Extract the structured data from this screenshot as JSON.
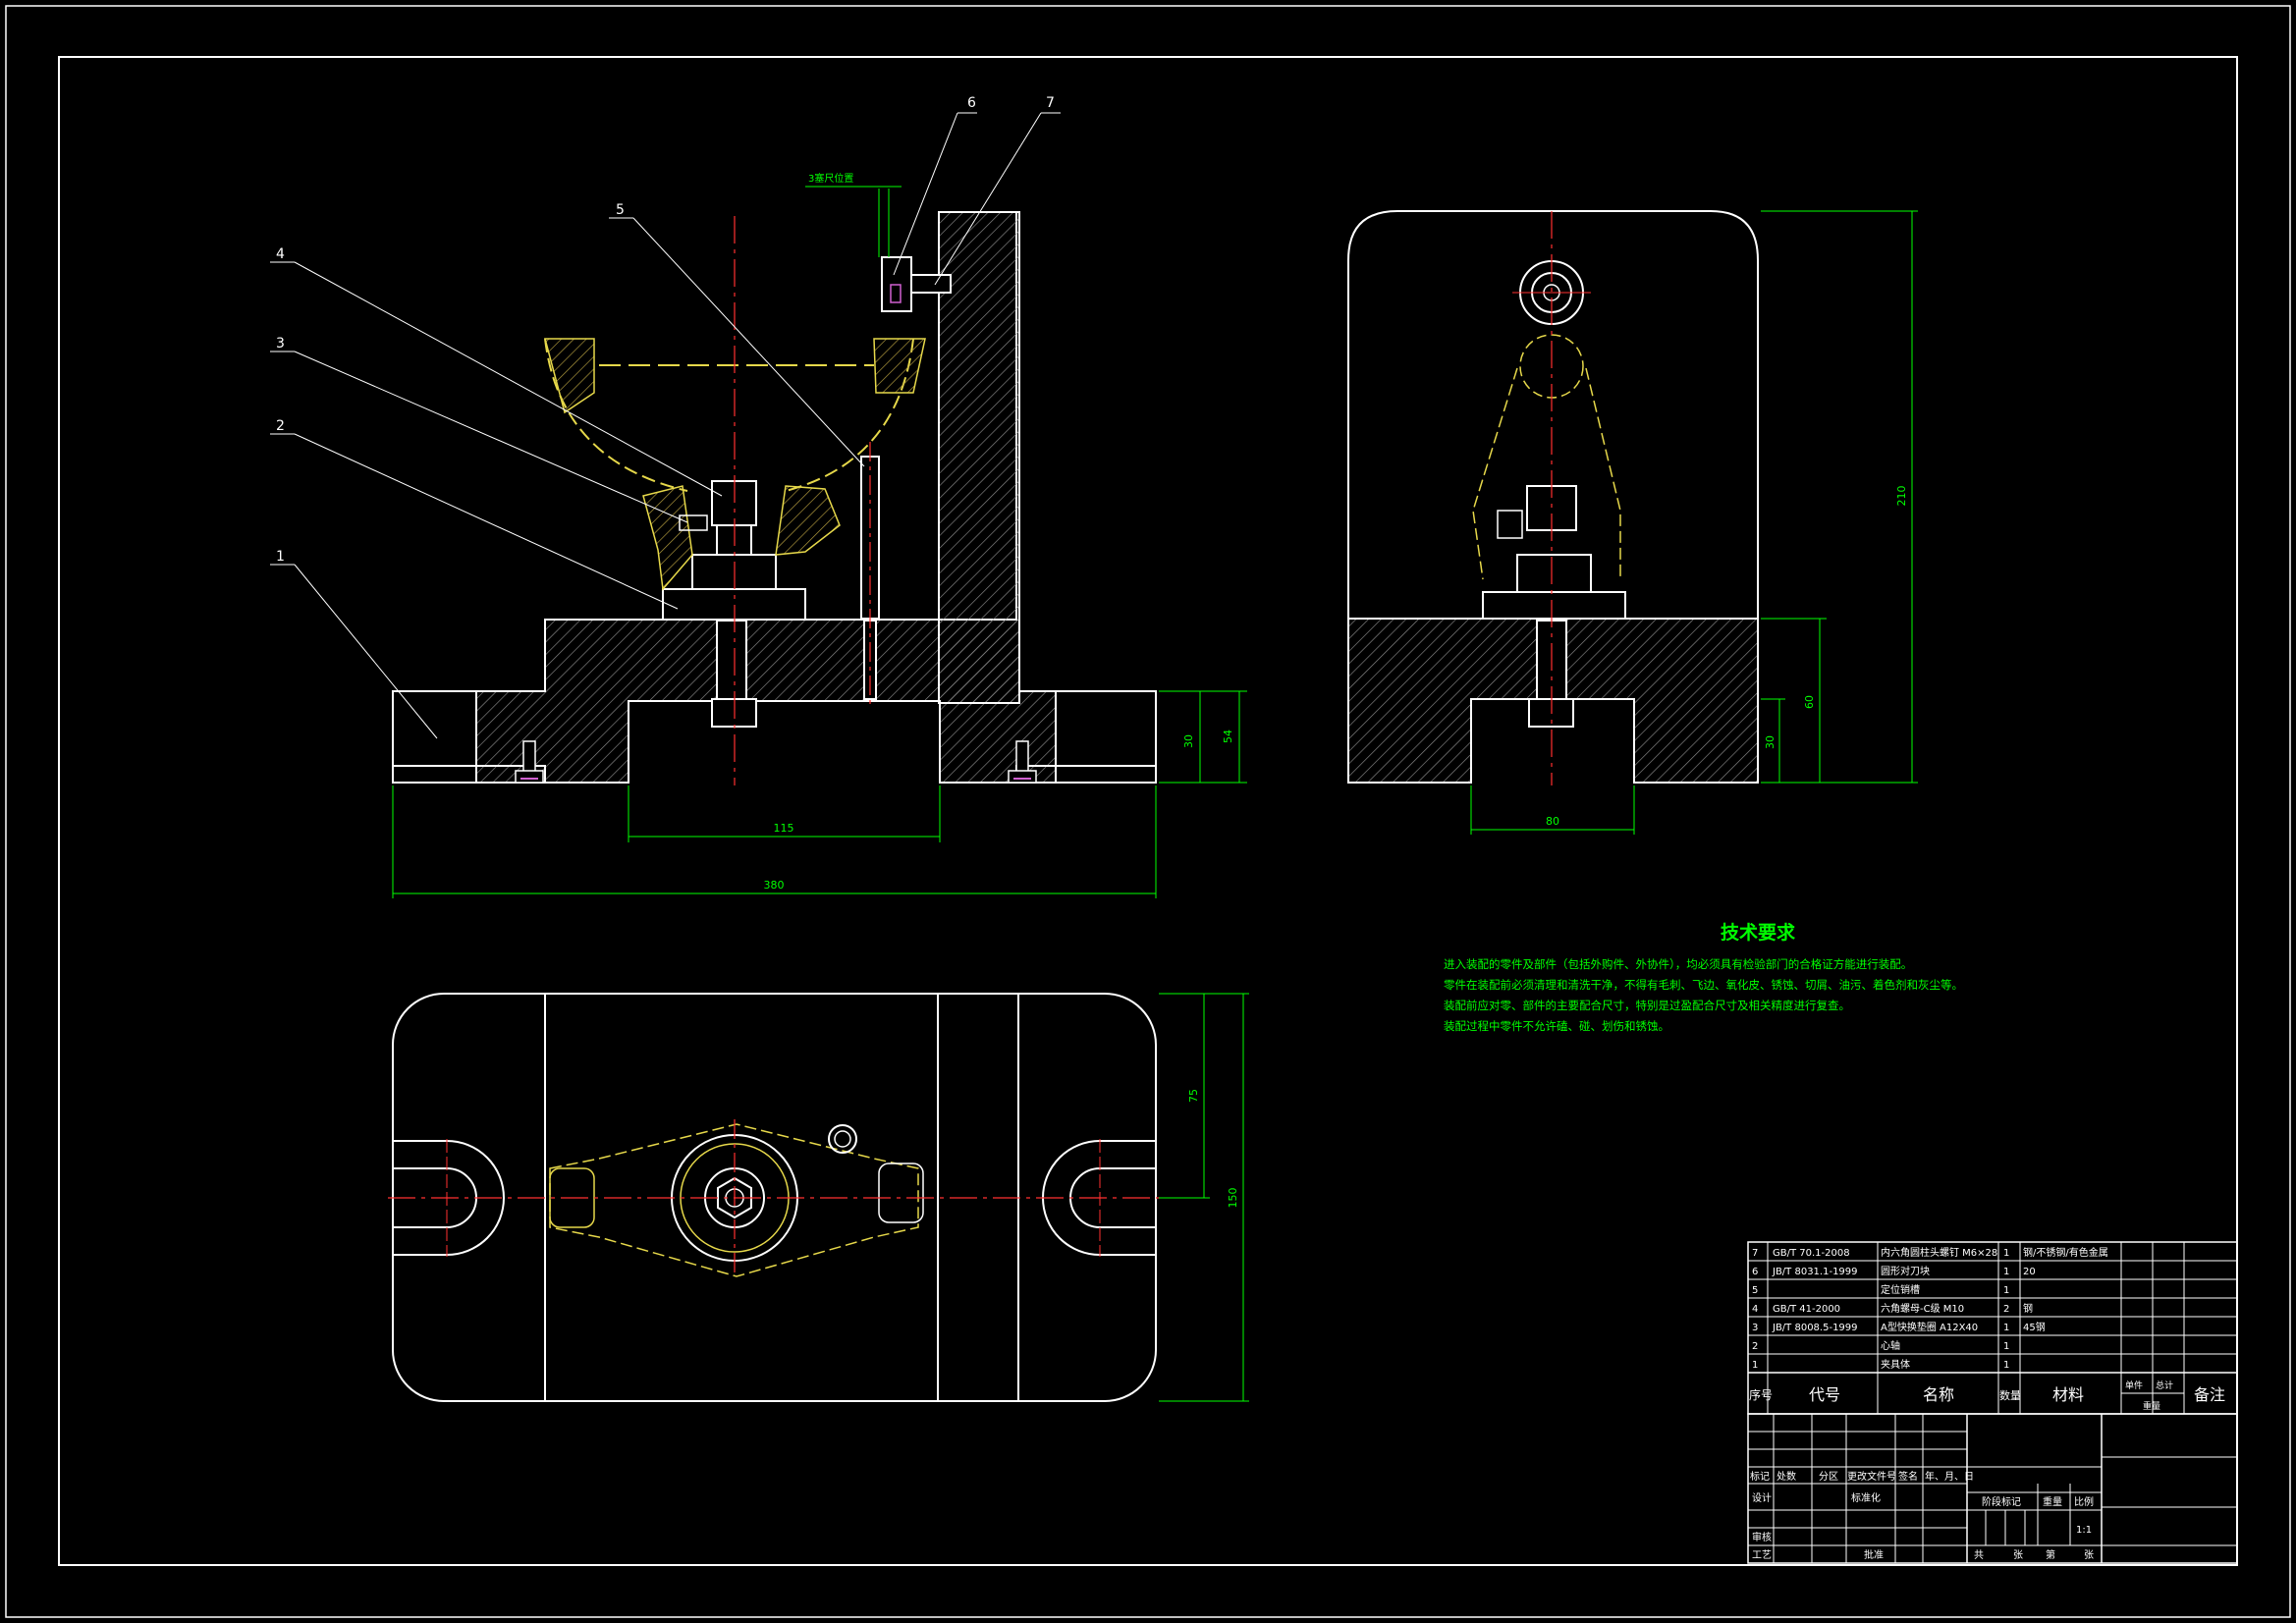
{
  "colors": {
    "background": "#000000",
    "line": "#ffffff",
    "dimension": "#00ff00",
    "centerline": "#ff3030",
    "phantom": "#e6d84a",
    "hatch": "#8a8a8a",
    "accent": "#d060d0"
  },
  "balloons": [
    "1",
    "2",
    "3",
    "4",
    "5",
    "6",
    "7"
  ],
  "front_view": {
    "dim_115": "115",
    "dim_380": "380",
    "dim_30": "30",
    "dim_54": "54",
    "note_knife": "3塞尺位置"
  },
  "side_view": {
    "dim_210": "210",
    "dim_60": "60",
    "dim_30": "30",
    "dim_80": "80"
  },
  "top_view": {
    "dim_75": "75",
    "dim_150": "150"
  },
  "tech_requirements": {
    "title": "技术要求",
    "lines": [
      "进入装配的零件及部件（包括外购件、外协件），均必须具有检验部门的合格证方能进行装配。",
      "零件在装配前必须清理和清洗干净，不得有毛刺、飞边、氧化皮、锈蚀、切屑、油污、着色剂和灰尘等。",
      "装配前应对零、部件的主要配合尺寸，特别是过盈配合尺寸及相关精度进行复查。",
      "装配过程中零件不允许磕、碰、划伤和锈蚀。"
    ]
  },
  "bom": {
    "rows": [
      {
        "no": "7",
        "code": "GB/T 70.1-2008",
        "name": "内六角圆柱头螺钉 M6×28",
        "qty": "1",
        "material": "钢/不锈钢/有色金属"
      },
      {
        "no": "6",
        "code": "JB/T 8031.1-1999",
        "name": "圆形对刀块",
        "qty": "1",
        "material": "20"
      },
      {
        "no": "5",
        "code": "",
        "name": "定位销槽",
        "qty": "1",
        "material": ""
      },
      {
        "no": "4",
        "code": "GB/T 41-2000",
        "name": "六角螺母-C级 M10",
        "qty": "2",
        "material": "钢"
      },
      {
        "no": "3",
        "code": "JB/T 8008.5-1999",
        "name": "A型快换垫圈 A12X40",
        "qty": "1",
        "material": "45钢"
      },
      {
        "no": "2",
        "code": "",
        "name": "心轴",
        "qty": "1",
        "material": ""
      },
      {
        "no": "1",
        "code": "",
        "name": "夹具体",
        "qty": "1",
        "material": ""
      }
    ],
    "header": {
      "no": "序号",
      "code": "代号",
      "name": "名称",
      "qty": "数量",
      "material": "材料",
      "unit_weight": "单件",
      "total_weight": "总计",
      "weight": "重量",
      "remark": "备注"
    }
  },
  "title_block": {
    "mark": "标记",
    "count": "处数",
    "zone": "分区",
    "change_doc": "更改文件号",
    "signature": "签名",
    "date": "年、月、日",
    "design": "设计",
    "standardize": "标准化",
    "stage_mark": "阶段标记",
    "weight": "重量",
    "scale": "比例",
    "scale_value": "1:1",
    "review": "审核",
    "process": "工艺",
    "approve": "批准",
    "sheets_total": "共",
    "sheets_unit1": "张",
    "sheet_no": "第",
    "sheets_unit2": "张"
  }
}
